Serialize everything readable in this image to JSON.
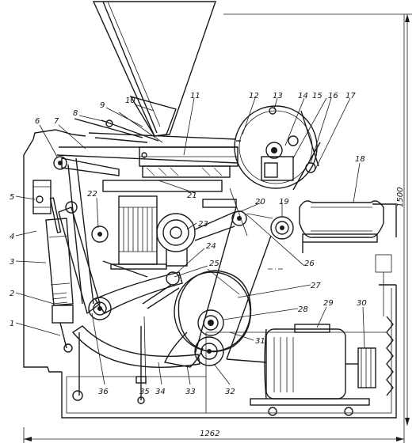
{
  "drawing": {
    "labels": {
      "l1": "1",
      "l2": "2",
      "l3": "3",
      "l4": "4",
      "l5": "5",
      "l6": "6",
      "l7": "7",
      "l8": "8",
      "l9": "9",
      "l10": "10",
      "l11": "11",
      "l12": "12",
      "l13": "13",
      "l14": "14",
      "l15": "15",
      "l16": "16",
      "l17": "17",
      "l18": "18",
      "l19": "19",
      "l20": "20",
      "l21": "21",
      "l22": "22",
      "l23": "23",
      "l24": "24",
      "l25": "25",
      "l26": "26",
      "l27": "27",
      "l28": "28",
      "l29": "29",
      "l30": "30",
      "l31": "31",
      "l32": "32",
      "l33": "33",
      "l34": "34",
      "l35": "35",
      "l36": "36"
    },
    "dimensions": {
      "width": "1262",
      "height": "1500"
    }
  }
}
